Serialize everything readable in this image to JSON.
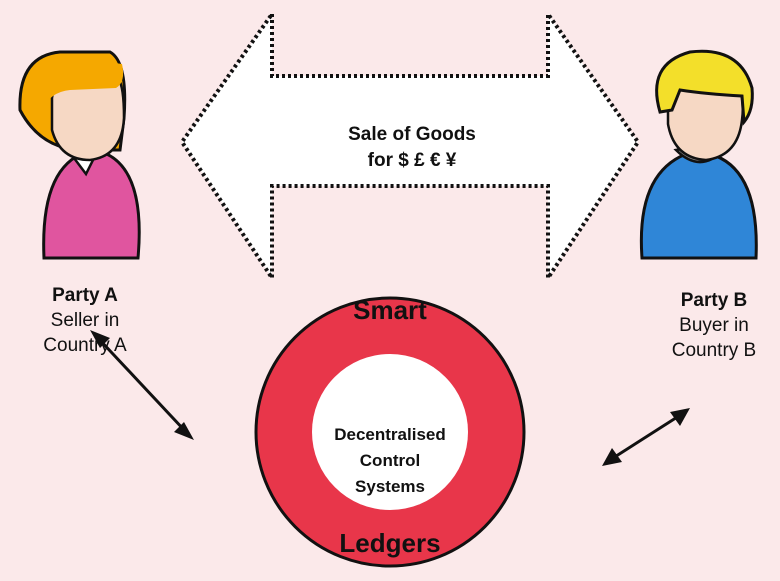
{
  "diagram": {
    "arrow_label_line1": "Sale of Goods",
    "arrow_label_line2": "for $ £ € ¥",
    "party_a": {
      "title": "Party A",
      "line1": "Seller in",
      "line2": "Country A"
    },
    "party_b": {
      "title": "Party B",
      "line1": "Buyer in",
      "line2": "Country B"
    },
    "ring_top_label": "Smart",
    "ring_bottom_label": "Ledgers",
    "core_line1": "Decentralised",
    "core_line2": "Control",
    "core_line3": "Systems"
  },
  "colors": {
    "background": "#fbe9ea",
    "ring": "#e8364a",
    "core": "#ffffff",
    "party_a_hair": "#f5a800",
    "party_a_shirt": "#e0559f",
    "party_b_hair": "#f3df2a",
    "party_b_shirt": "#2f86d7"
  },
  "icons": [
    "double-headed-arrow-icon",
    "person-seller-icon",
    "person-buyer-icon",
    "bidirectional-arrow-icon"
  ]
}
